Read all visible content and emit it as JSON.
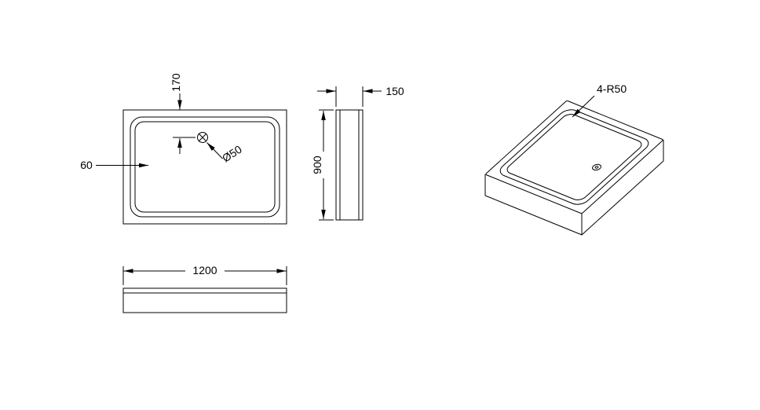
{
  "drawing": {
    "type": "technical-drawing",
    "subject": "rectangular shower tray",
    "colors": {
      "line": "#000000",
      "background": "#ffffff"
    },
    "top_view": {
      "dim_drain_offset": "170",
      "dim_rim_width": "60",
      "dim_drain_diameter": "Ø50"
    },
    "side_view": {
      "dim_depth": "150",
      "dim_height": "900"
    },
    "bottom_view": {
      "dim_length": "1200"
    },
    "iso_view": {
      "dim_corner_radius": "4-R50"
    }
  }
}
